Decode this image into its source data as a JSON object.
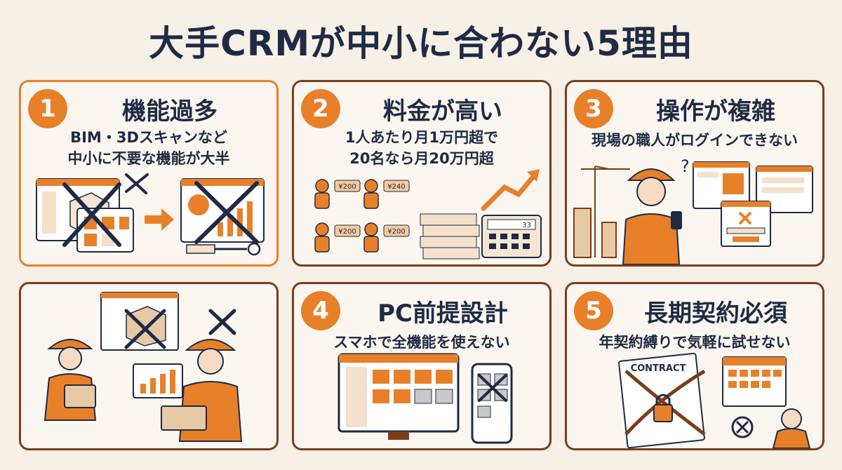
{
  "title": "大手CRMが中小に合わない5理由",
  "cards": [
    {
      "num": "1",
      "title": "機能過多",
      "desc_line1": "BIM・3Dスキャンなど",
      "desc_line2": "中小に不要な機能が大半"
    },
    {
      "num": "2",
      "title": "料金が高い",
      "desc_line1": "1人あたり月1万円超で",
      "desc_line2": "20名なら月20万円超",
      "tag": "¥200",
      "tag_alt": "¥240",
      "calc_display": "33"
    },
    {
      "num": "3",
      "title": "操作が複雑",
      "desc_line1": "現場の職人がログインできない"
    },
    {
      "num": "4",
      "title": "PC前提設計",
      "desc_line1": "スマホで全機能を使えない"
    },
    {
      "num": "5",
      "title": "長期契約必須",
      "desc_line1": "年契約縛りで気軽に試せない",
      "contract_label": "CONTRACT"
    }
  ],
  "colors": {
    "accent": "#e8802a",
    "border": "#7a3e1a",
    "navy": "#1f2a44",
    "background": "#f6f0e6"
  }
}
